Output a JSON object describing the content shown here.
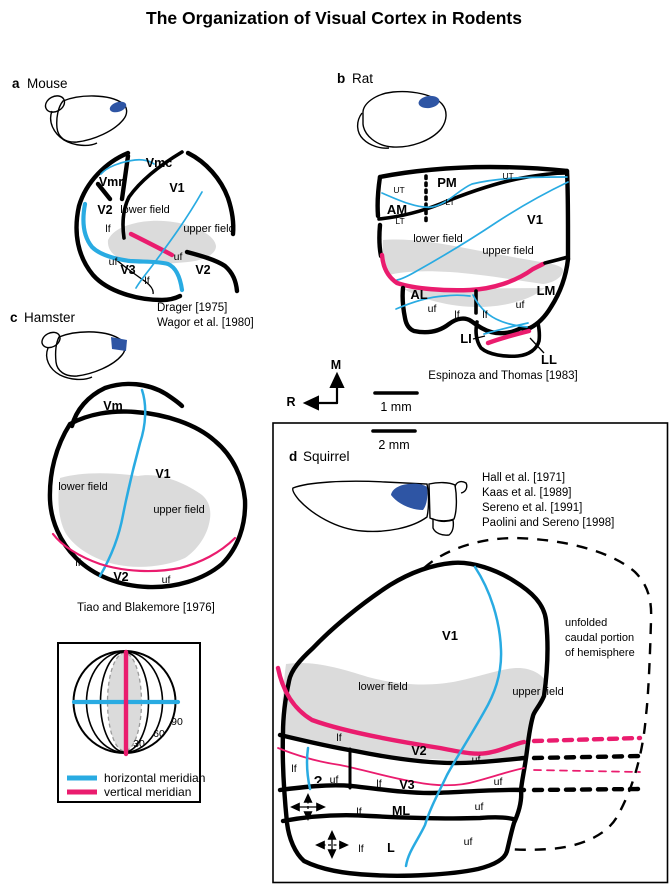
{
  "title": "The Organization of Visual Cortex in Rodents",
  "terms": {
    "lf": "lf",
    "uf": "uf",
    "lower_field": "lower field",
    "upper_field": "upper field",
    "ut": "UT",
    "lt": "LT"
  },
  "colors": {
    "horizontal_meridian": "#29ABE2",
    "vertical_meridian": "#EA1C6E",
    "cortex_patch": "#2E55A4",
    "field_shade": "#DBDBDB"
  },
  "panel_a": {
    "tag": "a",
    "species": "Mouse",
    "areas": {
      "vmc": "Vmc",
      "vmr": "Vmr",
      "v1": "V1",
      "v2_medial": "V2",
      "v3": "V3",
      "v2_lateral": "V2"
    },
    "citations": [
      "Drager [1975]",
      "Wagor et al. [1980]"
    ]
  },
  "panel_b": {
    "tag": "b",
    "species": "Rat",
    "areas": {
      "pm": "PM",
      "am": "AM",
      "v1": "V1",
      "al": "AL",
      "lm": "LM",
      "li": "LI",
      "ll": "LL"
    },
    "citations": [
      "Espinoza and Thomas [1983]"
    ]
  },
  "panel_c": {
    "tag": "c",
    "species": "Hamster",
    "areas": {
      "vm": "Vm",
      "v1": "V1",
      "v2": "V2"
    },
    "citations": [
      "Tiao and Blakemore [1976]"
    ]
  },
  "panel_d": {
    "tag": "d",
    "species": "Squirrel",
    "areas": {
      "v1": "V1",
      "v2": "V2",
      "unknown": "?",
      "v3": "V3",
      "ml": "ML",
      "l": "L"
    },
    "citations": [
      "Hall et al. [1971]",
      "Kaas et al. [1989]",
      "Sereno et al. [1991]",
      "Paolini and Sereno [1998]"
    ],
    "note_lines": [
      "unfolded",
      "caudal portion",
      "of hemisphere"
    ]
  },
  "compass": {
    "medial": "M",
    "rostral": "R"
  },
  "scale_bars": {
    "bar1": "1 mm",
    "bar2": "2 mm"
  },
  "legend": {
    "ticks": [
      "30",
      "60",
      "90"
    ],
    "items": [
      {
        "label": "horizontal meridian"
      },
      {
        "label": "vertical meridian"
      }
    ]
  }
}
